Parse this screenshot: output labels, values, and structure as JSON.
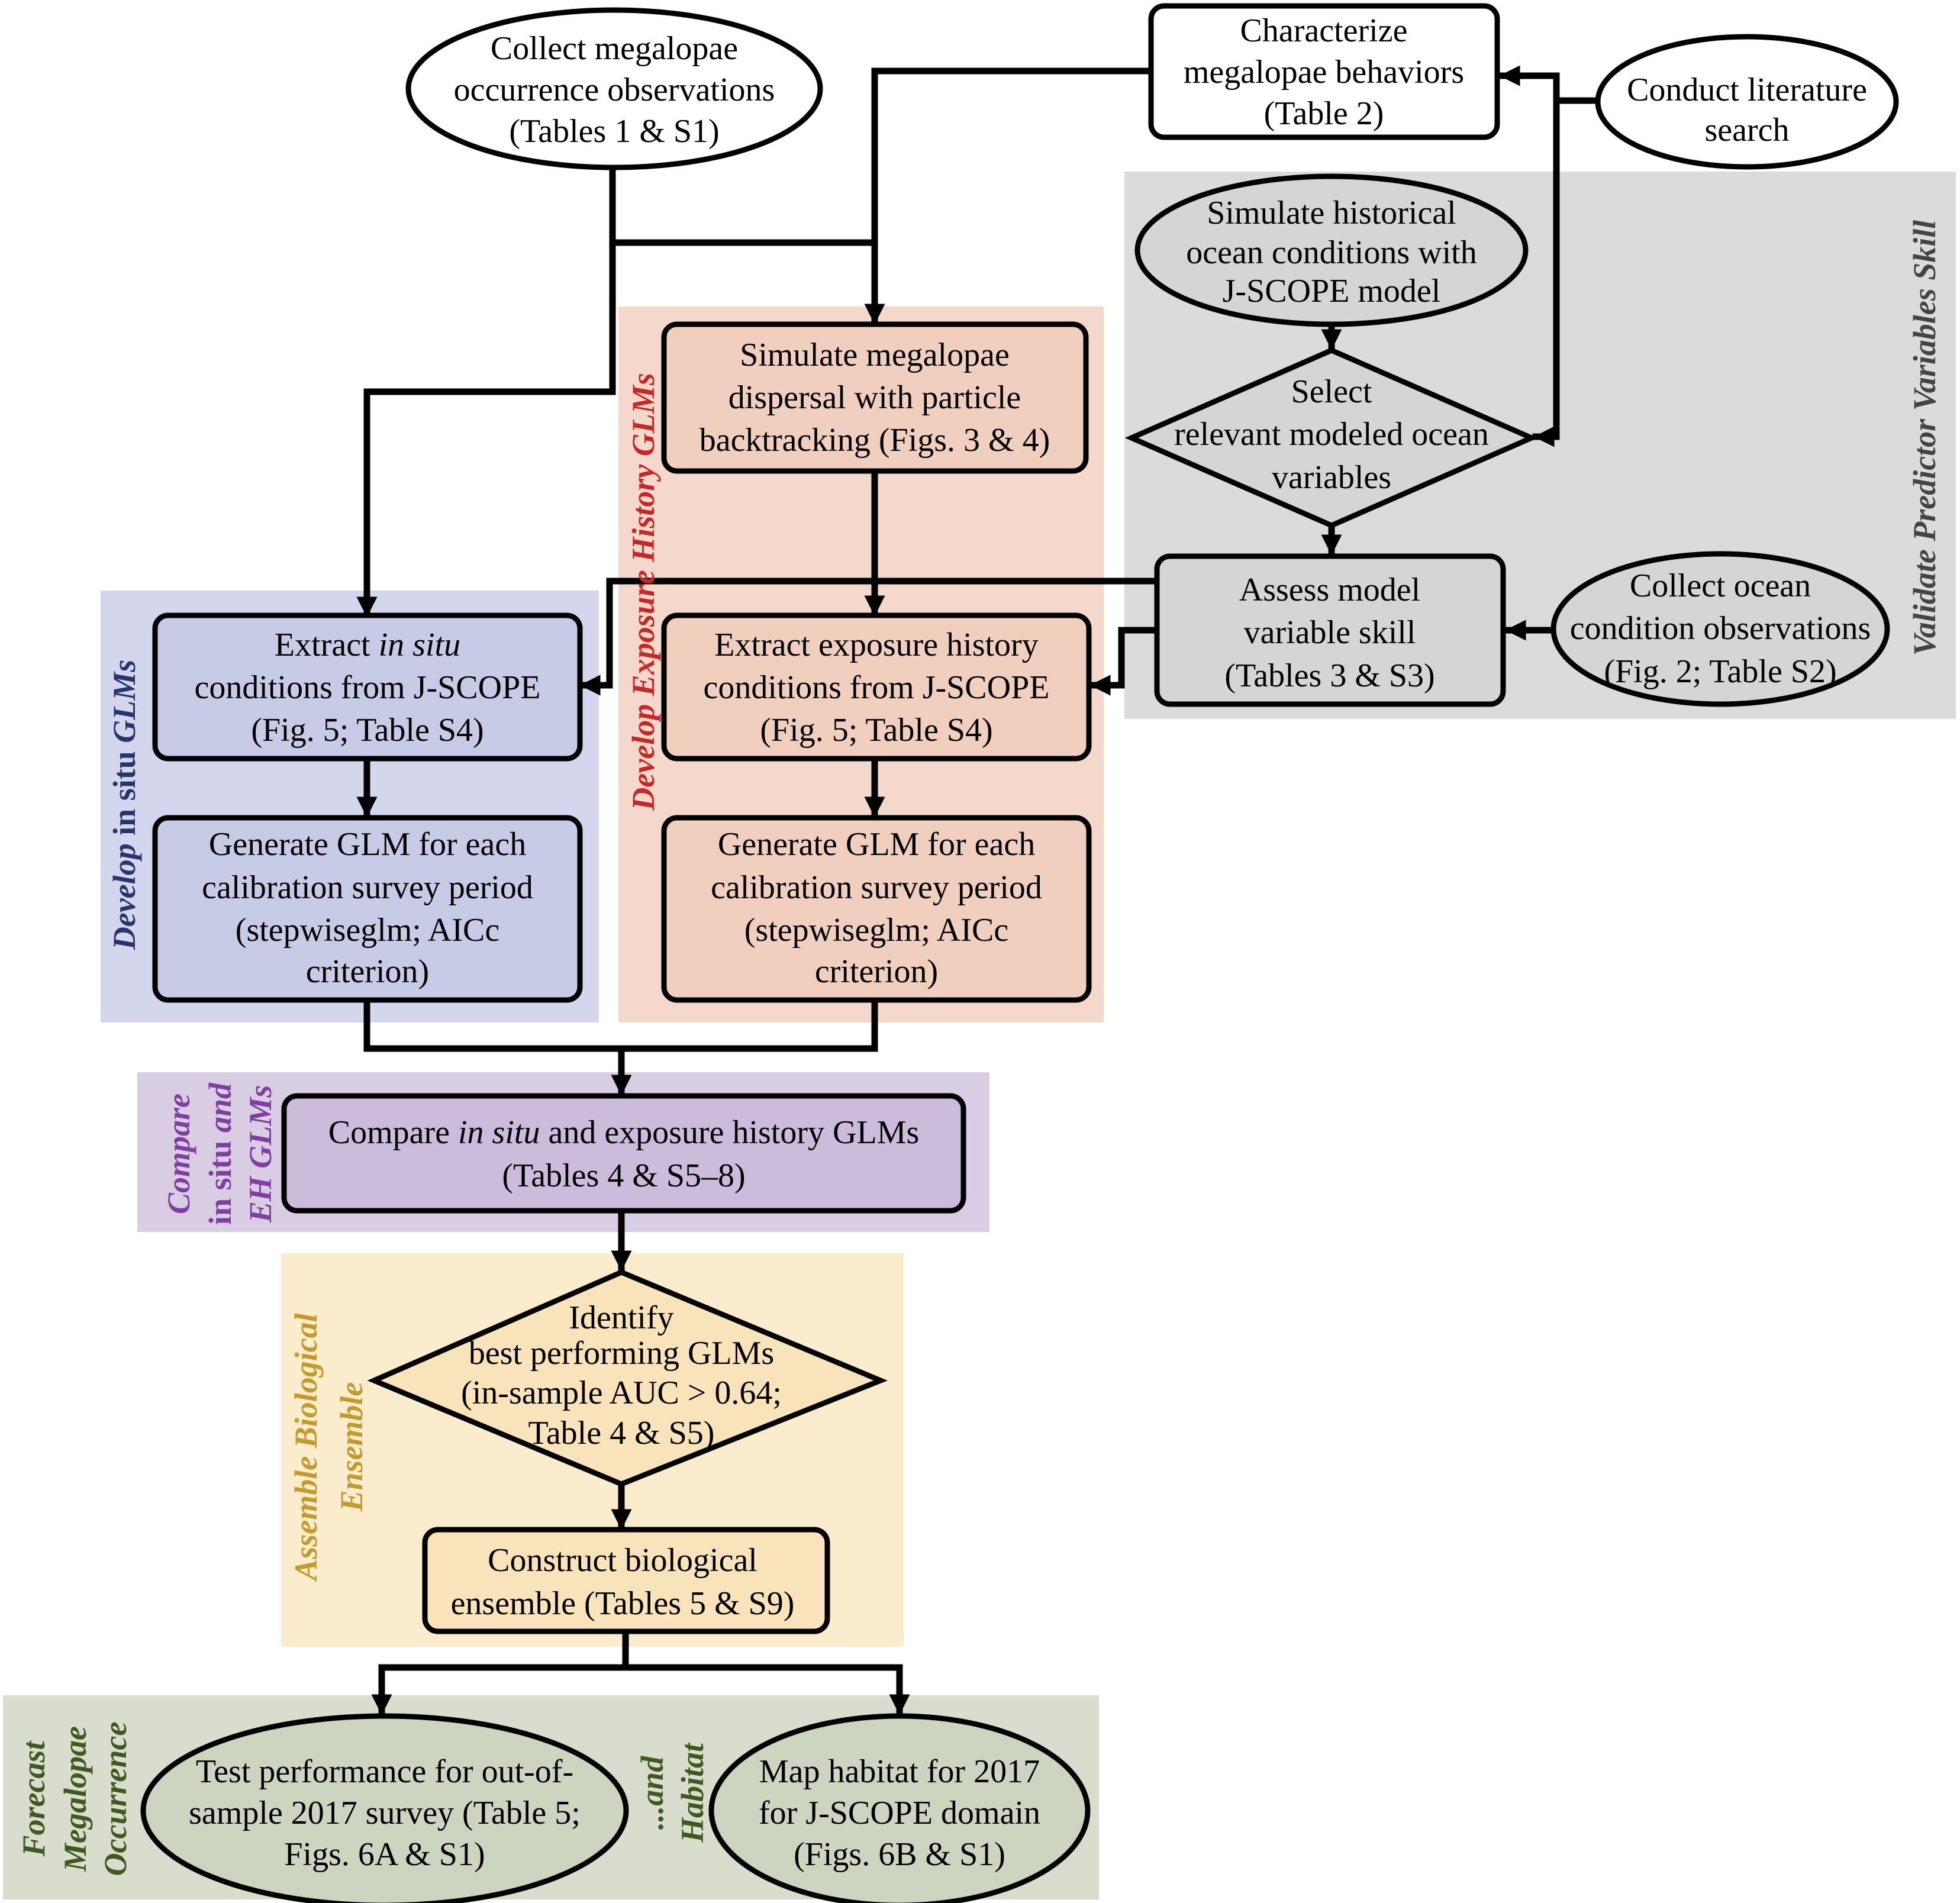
{
  "sections": {
    "validate": {
      "l1": "Validate Predictor Variables Skill",
      "color": "#444444"
    },
    "exposure": {
      "l1a": "Develop",
      "l1b": "Exposure History GLMs",
      "color": "#c62828"
    },
    "insitu": {
      "l1a": "Develop",
      "l1b": "in situ",
      "l1c": "GLMs",
      "color": "#27376b"
    },
    "compare": {
      "l1": "Compare",
      "l2a": "in situ",
      "l2b": "and",
      "l3": "EH GLMs",
      "color": "#7e3fa0"
    },
    "ensemble": {
      "l1": "Assemble Biological",
      "l2": "Ensemble",
      "color": "#c49a2c"
    },
    "forecast": {
      "l1": "Forecast",
      "l2": "Megalopae",
      "l3": "Occurrence",
      "l4": "...and",
      "l5": "Habitat",
      "color": "#3e5a1e"
    }
  },
  "nodes": {
    "collect_megalopae": {
      "l1": "Collect megalopae",
      "l2": "occurrence observations",
      "l3": "(Tables 1 & S1)"
    },
    "characterize": {
      "l1": "Characterize",
      "l2": "megalopae behaviors",
      "l3": "(Table 2)"
    },
    "literature": {
      "l1": "Conduct literature",
      "l2": "search"
    },
    "simulate_ocean": {
      "l1": "Simulate historical",
      "l2": "ocean conditions with",
      "l3": "J-SCOPE model"
    },
    "select_vars": {
      "l1": "Select",
      "l2": "relevant modeled ocean",
      "l3": "variables"
    },
    "simulate_dispersal": {
      "l1": "Simulate megalopae",
      "l2": "dispersal with particle",
      "l3": "backtracking (Figs. 3 & 4)"
    },
    "assess_skill": {
      "l1": "Assess model",
      "l2": "variable skill",
      "l3": "(Tables 3 & S3)"
    },
    "collect_ocean": {
      "l1": "Collect ocean",
      "l2": "condition observations",
      "l3": "(Fig. 2; Table S2)"
    },
    "extract_insitu": {
      "l1a": "Extract ",
      "l1b": "in situ",
      "l2": "conditions from J-SCOPE",
      "l3": "(Fig. 5; Table S4)"
    },
    "extract_exposure": {
      "l1": "Extract exposure history",
      "l2": "conditions from J-SCOPE",
      "l3": "(Fig. 5; Table S4)"
    },
    "glm_insitu": {
      "l1": "Generate GLM for each",
      "l2": "calibration survey period",
      "l3": "(stepwiseglm; AICc",
      "l4": "criterion)"
    },
    "glm_exposure": {
      "l1": "Generate GLM for each",
      "l2": "calibration survey period",
      "l3": "(stepwiseglm; AICc",
      "l4": "criterion)"
    },
    "compare_glms": {
      "l1a": "Compare ",
      "l1b": "in situ",
      "l1c": " and exposure history GLMs",
      "l2": "(Tables 4 & S5–8)"
    },
    "identify": {
      "l1": "Identify",
      "l2": "best performing GLMs",
      "l3": "(in-sample AUC > 0.64;",
      "l4": "Table 4 & S5)"
    },
    "construct": {
      "l1": "Construct biological",
      "l2": "ensemble (Tables 5 & S9)"
    },
    "test_perf": {
      "l1": "Test performance for out-of-",
      "l2": "sample 2017 survey (Table 5;",
      "l3": "Figs. 6A & S1)"
    },
    "map_habitat": {
      "l1": "Map habitat for 2017",
      "l2": "for J-SCOPE domain",
      "l3": "(Figs. 6B & S1)"
    }
  },
  "colors": {
    "validate_bg": "#dcdbdb",
    "exposure_bg": "#f3d8cb",
    "insitu_bg": "#d3d6ec",
    "compare_bg": "#d8cde3",
    "ensemble_bg": "#fcecce",
    "forecast_bg": "#d8ddcd",
    "validate_fill": "#d6d5d5",
    "exposure_fill": "#f0cfbe",
    "insitu_fill": "#c7cbe6",
    "compare_fill": "#cbbcdc",
    "ensemble_fill": "#f8e3ba",
    "forecast_fill": "#cdd4c0"
  }
}
